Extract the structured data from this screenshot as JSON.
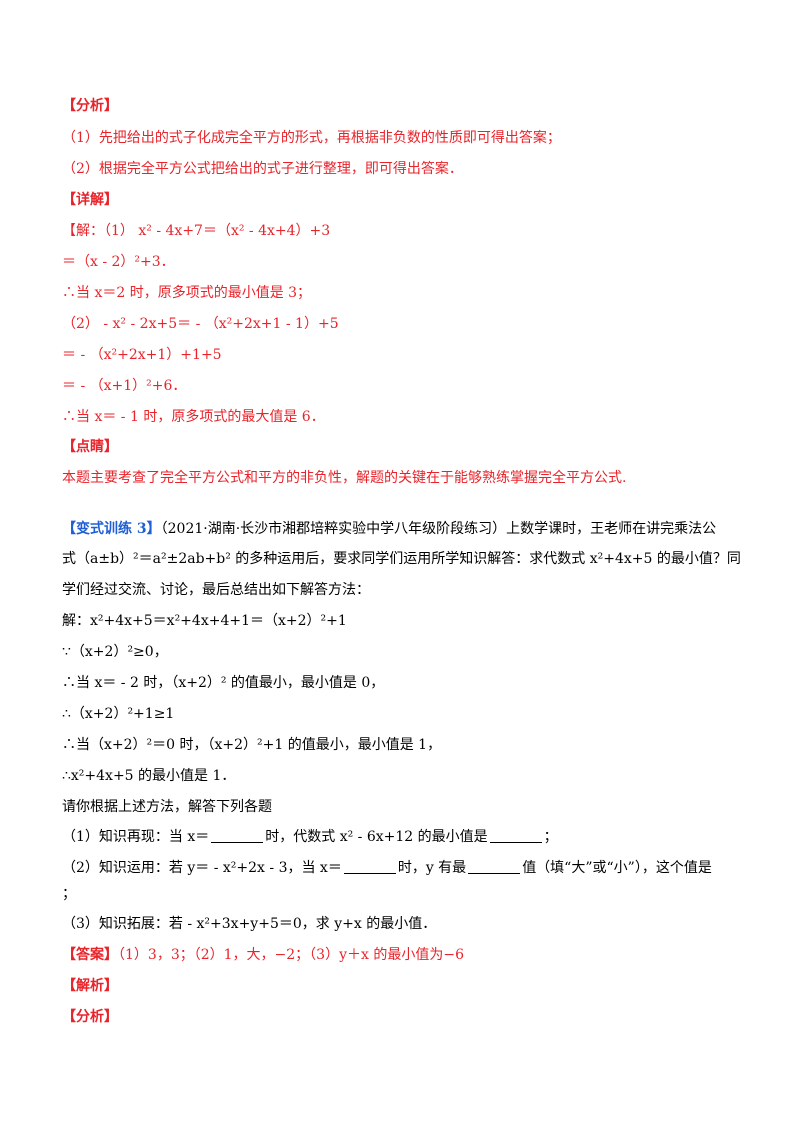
{
  "top_section": {
    "analysis_heading": "【分析】",
    "analysis_1": "（1）先把给出的式子化成完全平方的形式，再根据非负数的性质即可得出答案；",
    "analysis_2": "（2）根据完全平方公式把给出的式子进行整理，即可得出答案．",
    "detail_heading": "【详解】",
    "sol_prefix": "【解：（1）",
    "sol_1_expr": "x² - 4x+7＝（x² - 4x+4）+3",
    "sol_2": "＝（x - 2）²+3．",
    "sol_3": "∴当 x＝2 时，原多项式的最小值是 3；",
    "sol_4": "（2） - x² - 2x+5＝ - （x²+2x+1 - 1）+5",
    "sol_5": "＝ - （x²+2x+1）+1+5",
    "sol_6": "＝ - （x+1）²+6．",
    "sol_7": "∴当 x＝ - 1 时，原多项式的最大值是 6．",
    "comment_heading": "【点睛】",
    "comment": "本题主要考查了完全平方公式和平方的非负性，解题的关键在于能够熟练掌握完全平方公式."
  },
  "variant": {
    "label": "【变式训练 3】",
    "intro_1": "（2021·湖南·长沙市湘郡培粹实验中学八年级阶段练习）上数学课时，王老师在讲完乘法公",
    "intro_2": "式（a±b）²＝a²±2ab+b² 的多种运用后，要求同学们运用所学知识解答：求代数式 x²+4x+5 的最小值？同",
    "intro_3": "学们经过交流、讨论，最后总结出如下解答方法：",
    "w1": "解：x²+4x+5＝x²+4x+4+1＝（x+2）²+1",
    "w2": "∵（x+2）²≥0，",
    "w3": "∴当 x＝ - 2 时，（x+2）² 的值最小，最小值是 0，",
    "w4": "∴（x+2）²+1≥1",
    "w5": "∴当（x+2）²＝0 时，（x+2）²+1 的值最小，最小值是 1，",
    "w6": "∴x²+4x+5 的最小值是 1．",
    "instruction": "请你根据上述方法，解答下列各题",
    "q1_a": "（1）知识再现：当 x＝",
    "q1_b": "时，代数式 x² - 6x+12 的最小值是",
    "q1_c": "；",
    "q2_a": "（2）知识运用：若 y＝ - x²+2x - 3，当 x＝",
    "q2_b": "时，y 有最",
    "q2_c": "值（填“大”或“小”），这个值是",
    "q2_d": "；",
    "q3": "（3）知识拓展：若 - x²+3x+y+5＝0，求 y+x 的最小值．",
    "answer_label": "【答案】",
    "answer_text": "（1）3，3；（2）1，大，−2；（3）y＋x 的最小值为−6",
    "parse_label": "【解析】",
    "analysis_label": "【分析】"
  }
}
